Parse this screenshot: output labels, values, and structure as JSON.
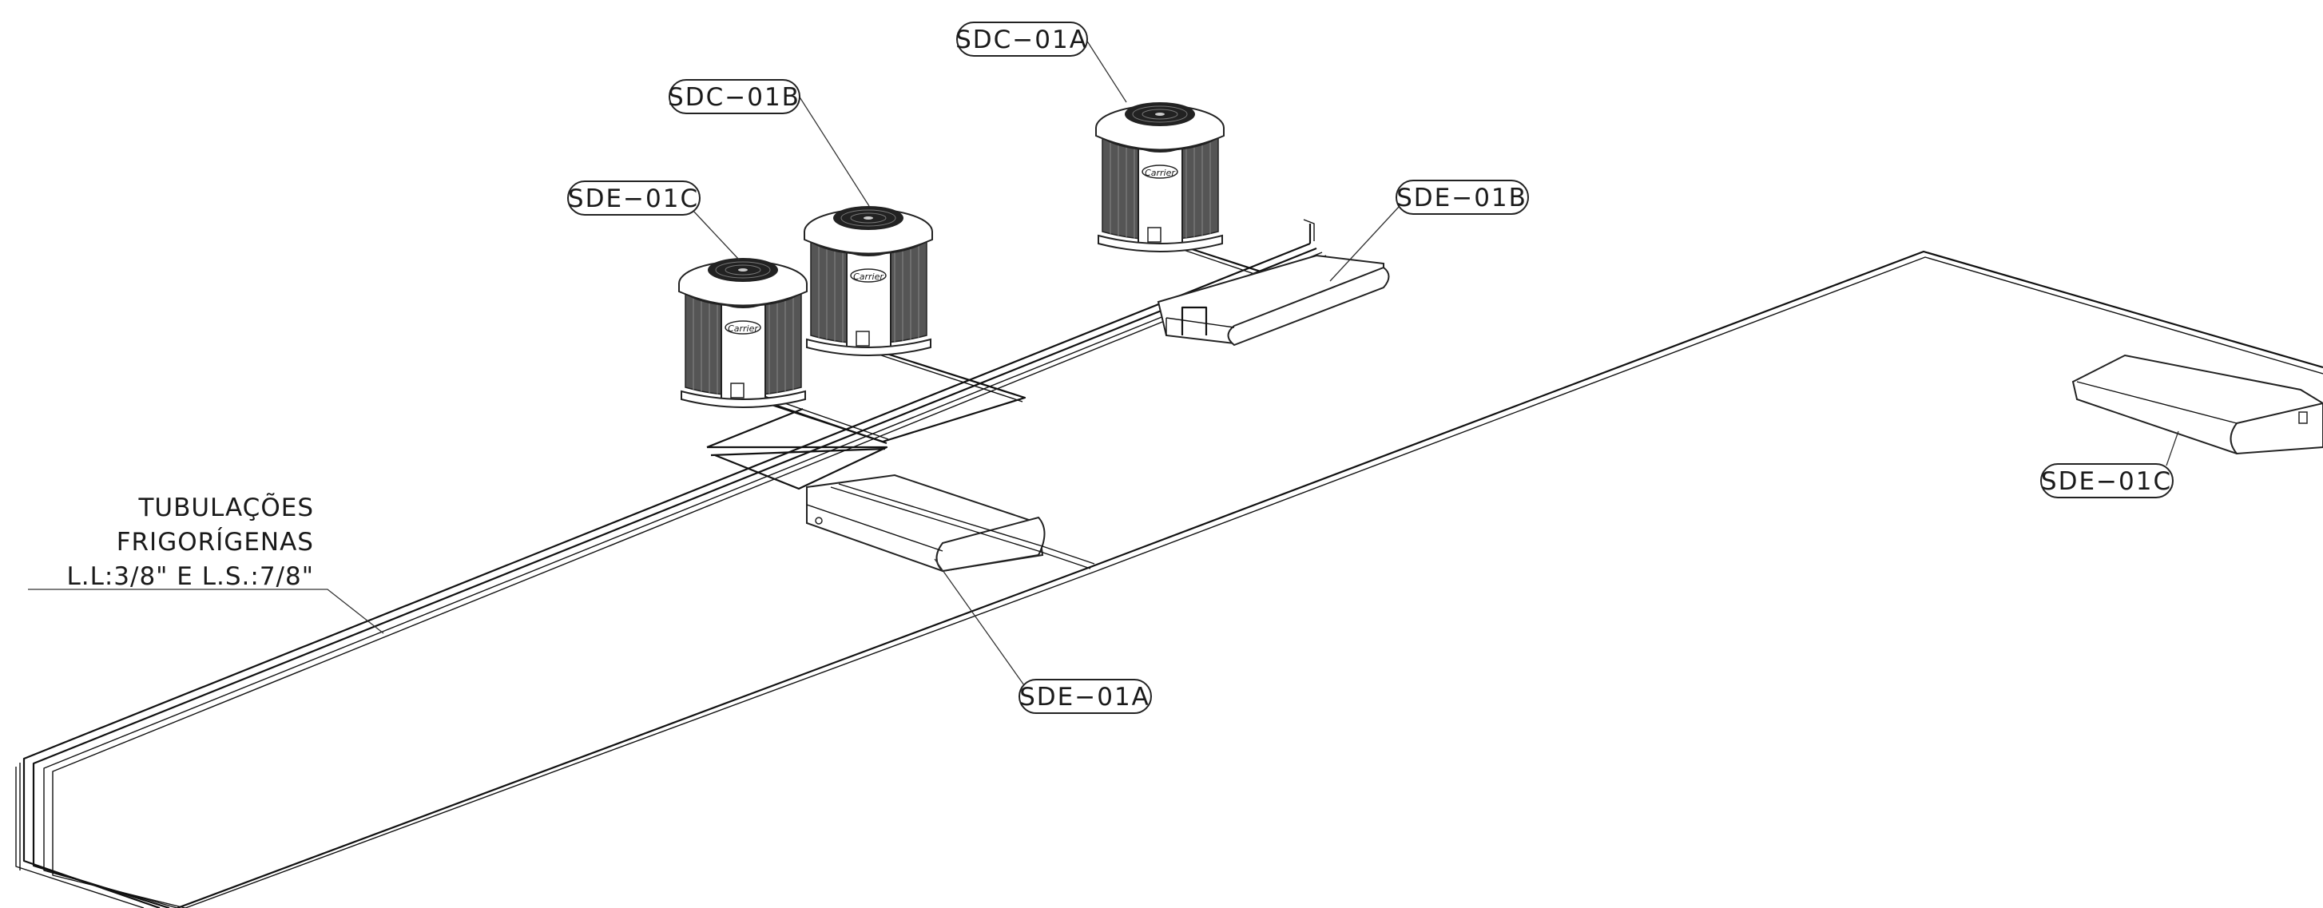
{
  "drawing": {
    "pipe_note": {
      "line1": "TUBULAÇÕES",
      "line2": "FRIGORÍGENAS",
      "line3": "L.L:3/8\" E L.S.:7/8\""
    },
    "tags": {
      "sdc_01a": "SDC−01A",
      "sdc_01b": "SDC−01B",
      "sde_01c_top": "SDE−01C",
      "sde_01b": "SDE−01B",
      "sde_01c_right": "SDE−01C",
      "sde_01a": "SDE−01A"
    },
    "condenser_brand": "Carrier"
  }
}
